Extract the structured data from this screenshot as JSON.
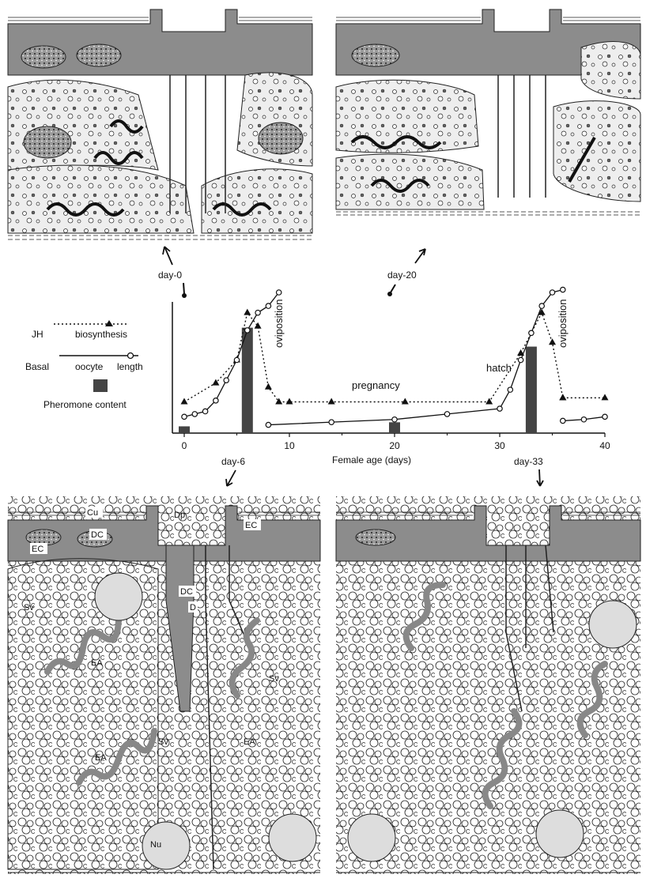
{
  "panel_labels": {
    "day0": "day-0",
    "day20": "day-20",
    "day6": "day-6",
    "day33": "day-33"
  },
  "legend": {
    "jh_prefix": "JH",
    "jh_text": "biosynthesis",
    "basal_prefix": "Basal",
    "basal_text_1": "oocyte",
    "basal_text_2": "length",
    "pheromone": "Pheromone content"
  },
  "chart_annotations": {
    "oviposition": "oviposition",
    "pregnancy": "pregnancy",
    "hatch": "hatch"
  },
  "cell_labels": {
    "cu": "Cu",
    "ec": "EC",
    "dc": "DC",
    "dp": "Dp",
    "d": "D",
    "sv": "Sv",
    "ea": "EA",
    "nu": "Nu"
  },
  "colors": {
    "cell_grey": "#8c8c8c",
    "light_fill": "#eeeeee",
    "bar": "#444444",
    "ink": "#111111"
  },
  "chart_data": {
    "type": "line",
    "xlabel": "Female age (days)",
    "xlim": [
      0,
      40
    ],
    "x_ticks": [
      0,
      10,
      20,
      30,
      40
    ],
    "series": [
      {
        "name": "JH biosynthesis",
        "marker": "triangle",
        "style": "dotted",
        "segments": [
          {
            "x": [
              0,
              3,
              5,
              6,
              7,
              8,
              9,
              10,
              14,
              21,
              29,
              32,
              34,
              35,
              36
            ],
            "y": [
              0.19,
              0.33,
              0.5,
              0.85,
              0.75,
              0.3,
              0.19,
              0.19,
              0.19,
              0.19,
              0.19,
              0.55,
              0.85,
              0.63,
              0.22
            ]
          },
          {
            "x": [
              36,
              40
            ],
            "y": [
              0.22,
              0.22
            ]
          }
        ]
      },
      {
        "name": "Basal oocyte length",
        "marker": "open-circle",
        "style": "solid",
        "segments": [
          {
            "x": [
              0,
              1,
              2,
              3,
              4,
              5,
              6,
              7,
              8,
              9
            ],
            "y": [
              0.08,
              0.1,
              0.12,
              0.2,
              0.35,
              0.5,
              0.72,
              0.85,
              0.9,
              1.0
            ]
          },
          {
            "x": [
              8,
              14,
              20,
              25,
              30,
              31,
              32,
              33,
              34,
              35,
              36
            ],
            "y": [
              0.02,
              0.04,
              0.06,
              0.1,
              0.14,
              0.28,
              0.5,
              0.7,
              0.9,
              1.0,
              1.02
            ]
          },
          {
            "x": [
              36,
              38,
              40
            ],
            "y": [
              0.05,
              0.06,
              0.08
            ]
          }
        ]
      },
      {
        "name": "Pheromone content",
        "marker": "bar",
        "x": [
          0,
          6,
          20,
          33
        ],
        "y": [
          0.05,
          0.78,
          0.08,
          0.64
        ]
      }
    ]
  }
}
